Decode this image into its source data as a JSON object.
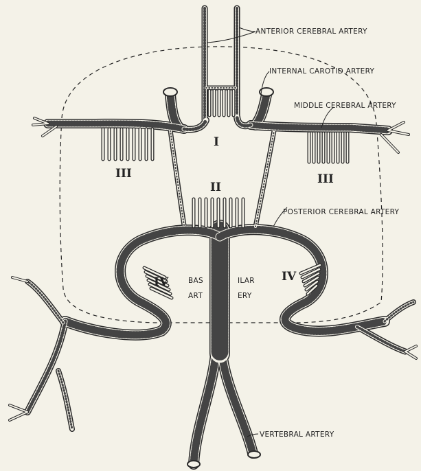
{
  "labels": {
    "anterior_cerebral": "ANTERIOR CEREBRAL ARTERY",
    "internal_carotid": "INTERNAL CAROTID ARTERY",
    "middle_cerebral": "MIDDLE CEREBRAL ARTERY",
    "posterior_cerebral": "POSTERIOR CEREBRAL ARTERY",
    "basilar_left_1": "BAS",
    "basilar_right_1": "ILAR",
    "basilar_left_2": "ART",
    "basilar_right_2": "ERY",
    "vertebral": "VERTEBRAL ARTERY"
  },
  "regions": {
    "r1": "I",
    "r2": "II",
    "r3_left": "III",
    "r3_right": "III",
    "r4_left": "IV",
    "r4_right": "IV"
  }
}
